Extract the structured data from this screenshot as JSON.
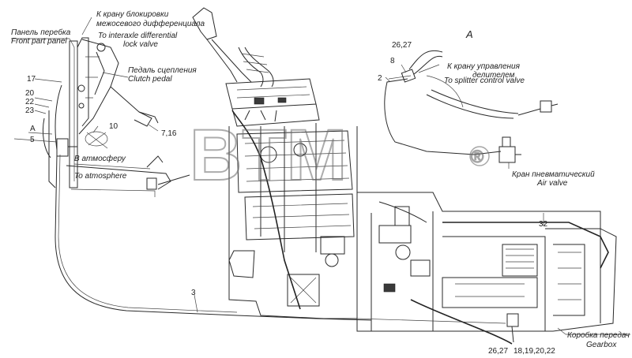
{
  "title_marker": "A",
  "watermark": {
    "text": "BTM",
    "registered": "®"
  },
  "labels": {
    "front_panel_ru": "Панель перебка",
    "front_panel_en": "Front part panel",
    "lock_ru_1": "К крану блокировки",
    "lock_ru_2": "межосевого дифференциала",
    "lock_en_1": "To interaxle differential",
    "lock_en_2": "lock valve",
    "clutch_ru": "Педаль сцепления",
    "clutch_en": "Clutch pedal",
    "atmos_ru": "В атмосферу",
    "atmos_en": "To atmosphere",
    "splitter_ru_1": "К крану управления",
    "splitter_ru_2": "делителем",
    "splitter_en": "To splitter control valve",
    "airvalve_ru": "Кран пневматический",
    "airvalve_en": "Air valve",
    "gearbox_ru": "Коробка передач",
    "gearbox_en": "Gearbox",
    "section_a": "A"
  },
  "callouts": {
    "c17": "17",
    "c20": "20",
    "c22": "22",
    "c23": "23",
    "c5": "5",
    "cA": "A",
    "c10": "10",
    "c716": "7,16",
    "c2627_top": "26,27",
    "c8": "8",
    "c2": "2",
    "c3": "3",
    "c32": "32",
    "c2627_bottom": "26,27",
    "c18_22": "18,19,20,22"
  }
}
